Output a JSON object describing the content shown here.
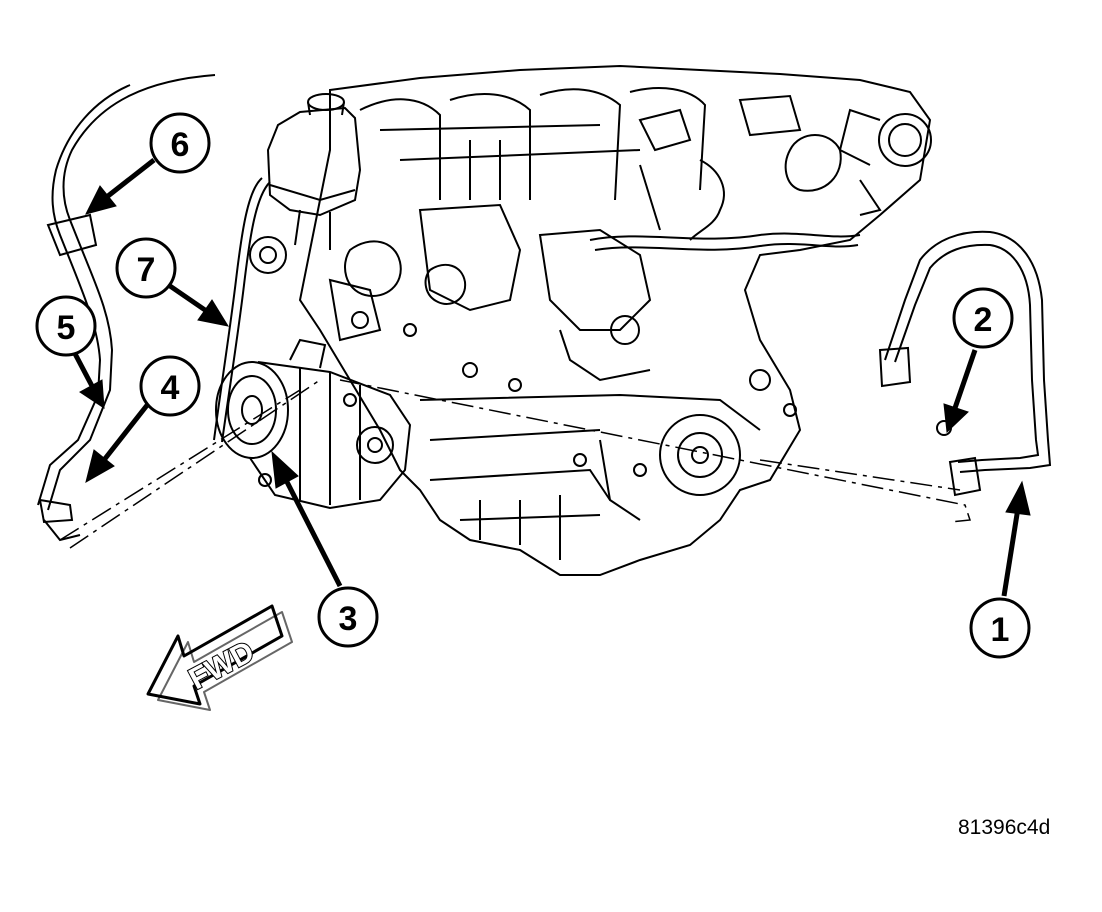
{
  "callouts": [
    {
      "id": "1",
      "label": "1"
    },
    {
      "id": "2",
      "label": "2"
    },
    {
      "id": "3",
      "label": "3"
    },
    {
      "id": "4",
      "label": "4"
    },
    {
      "id": "5",
      "label": "5"
    },
    {
      "id": "6",
      "label": "6"
    },
    {
      "id": "7",
      "label": "7"
    }
  ],
  "direction_arrow": {
    "label": "FWD"
  },
  "figure_id": "81396c4d",
  "colors": {
    "line": "#000000",
    "background": "#ffffff"
  }
}
